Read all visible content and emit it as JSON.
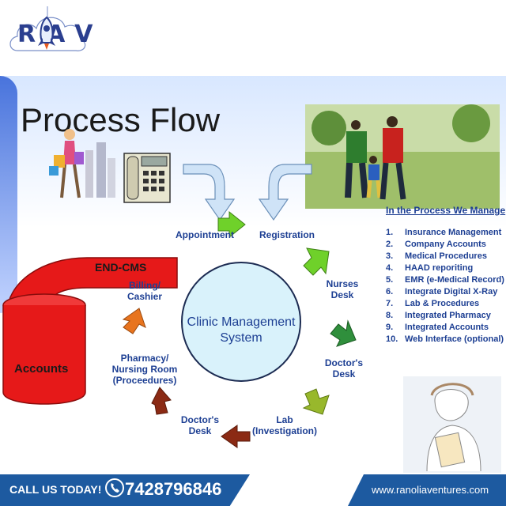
{
  "logo": {
    "text": "RAV",
    "icon": "rocket-icon"
  },
  "slide": {
    "title": "Process Flow",
    "center": "Clinic Management System",
    "steps": {
      "appointment": "Appointment",
      "registration": "Registration",
      "nurses_desk": "Nurses\nDesk",
      "doctors_desk_right": "Doctor's\nDesk",
      "lab": "Lab\n(Investigation)",
      "doctors_desk_left": "Doctor's\nDesk",
      "pharmacy": "Pharmacy/\nNursing Room\n(Proceedures)",
      "billing": "Billing/\nCashier"
    },
    "end_cms": "END-CMS",
    "accounts": "Accounts"
  },
  "manage": {
    "title": "In the Process We Manage",
    "items": [
      {
        "num": "1.",
        "text": "Insurance Management"
      },
      {
        "num": "2.",
        "text": "Company Accounts"
      },
      {
        "num": "3.",
        "text": "Medical Procedures"
      },
      {
        "num": "4.",
        "text": "HAAD reporiting"
      },
      {
        "num": "5.",
        "text": "EMR (e-Medical Record)"
      },
      {
        "num": "6.",
        "text": "Integrate Digital X-Ray"
      },
      {
        "num": "7.",
        "text": "Lab & Procedures"
      },
      {
        "num": "8.",
        "text": "Integrated Pharmacy"
      },
      {
        "num": "9.",
        "text": "Integrated Accounts"
      },
      {
        "num": "10.",
        "text": "Web Interface (optional)"
      }
    ]
  },
  "footer": {
    "call_label": "CALL US TODAY!",
    "phone": "7428796846",
    "website": "www.ranoliaventures.com",
    "phone_icon": "phone-icon"
  },
  "colors": {
    "text_blue": "#1d3f93",
    "footer_blue": "#1d5aa0",
    "green_arrow": "#6fd12a",
    "dark_green_arrow": "#2f8f3c",
    "olive_arrow": "#98b82c",
    "brown_arrow": "#8b2a14",
    "orange_arrow": "#e8741e",
    "accounts_red": "#e61919",
    "circle_fill": "#d9f2fb"
  }
}
